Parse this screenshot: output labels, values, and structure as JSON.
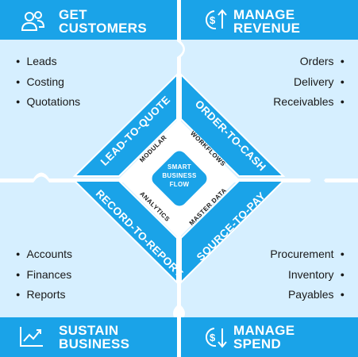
{
  "colors": {
    "panel": "#d6efff",
    "header": "#1aa3e8",
    "diamond": "#1aa3e8",
    "inner": "#ffffff",
    "text_dark": "#1a1a1a"
  },
  "quadrants": {
    "top_left": {
      "icon": "people-icon",
      "title_line1": "GET",
      "title_line2": "CUSTOMERS",
      "items": [
        "Leads",
        "Costing",
        "Quotations"
      ]
    },
    "top_right": {
      "icon": "dollar-up-icon",
      "title_line1": "MANAGE",
      "title_line2": "REVENUE",
      "items": [
        "Orders",
        "Delivery",
        "Receivables"
      ]
    },
    "bottom_left": {
      "icon": "trend-chart-icon",
      "title_line1": "SUSTAIN",
      "title_line2": "BUSINESS",
      "items": [
        "Accounts",
        "Finances",
        "Reports"
      ]
    },
    "bottom_right": {
      "icon": "dollar-down-icon",
      "title_line1": "MANAGE",
      "title_line2": "SPEND",
      "items": [
        "Procurement",
        "Inventory",
        "Payables"
      ]
    }
  },
  "processes": {
    "lead_to_quote": "LEAD-TO-QUOTE",
    "order_to_cash": "ORDER-TO-CASH",
    "record_to_report": "RECORD-TO-REPORT",
    "source_to_pay": "SOURCE-TO-PAY"
  },
  "core": {
    "modular": "MODULAR",
    "workflows": "WORKFLOWS",
    "analytics": "ANALYTICS",
    "master_data": "MASTER DATA",
    "center_line1": "SMART",
    "center_line2": "BUSINESS",
    "center_line3": "FLOW"
  }
}
